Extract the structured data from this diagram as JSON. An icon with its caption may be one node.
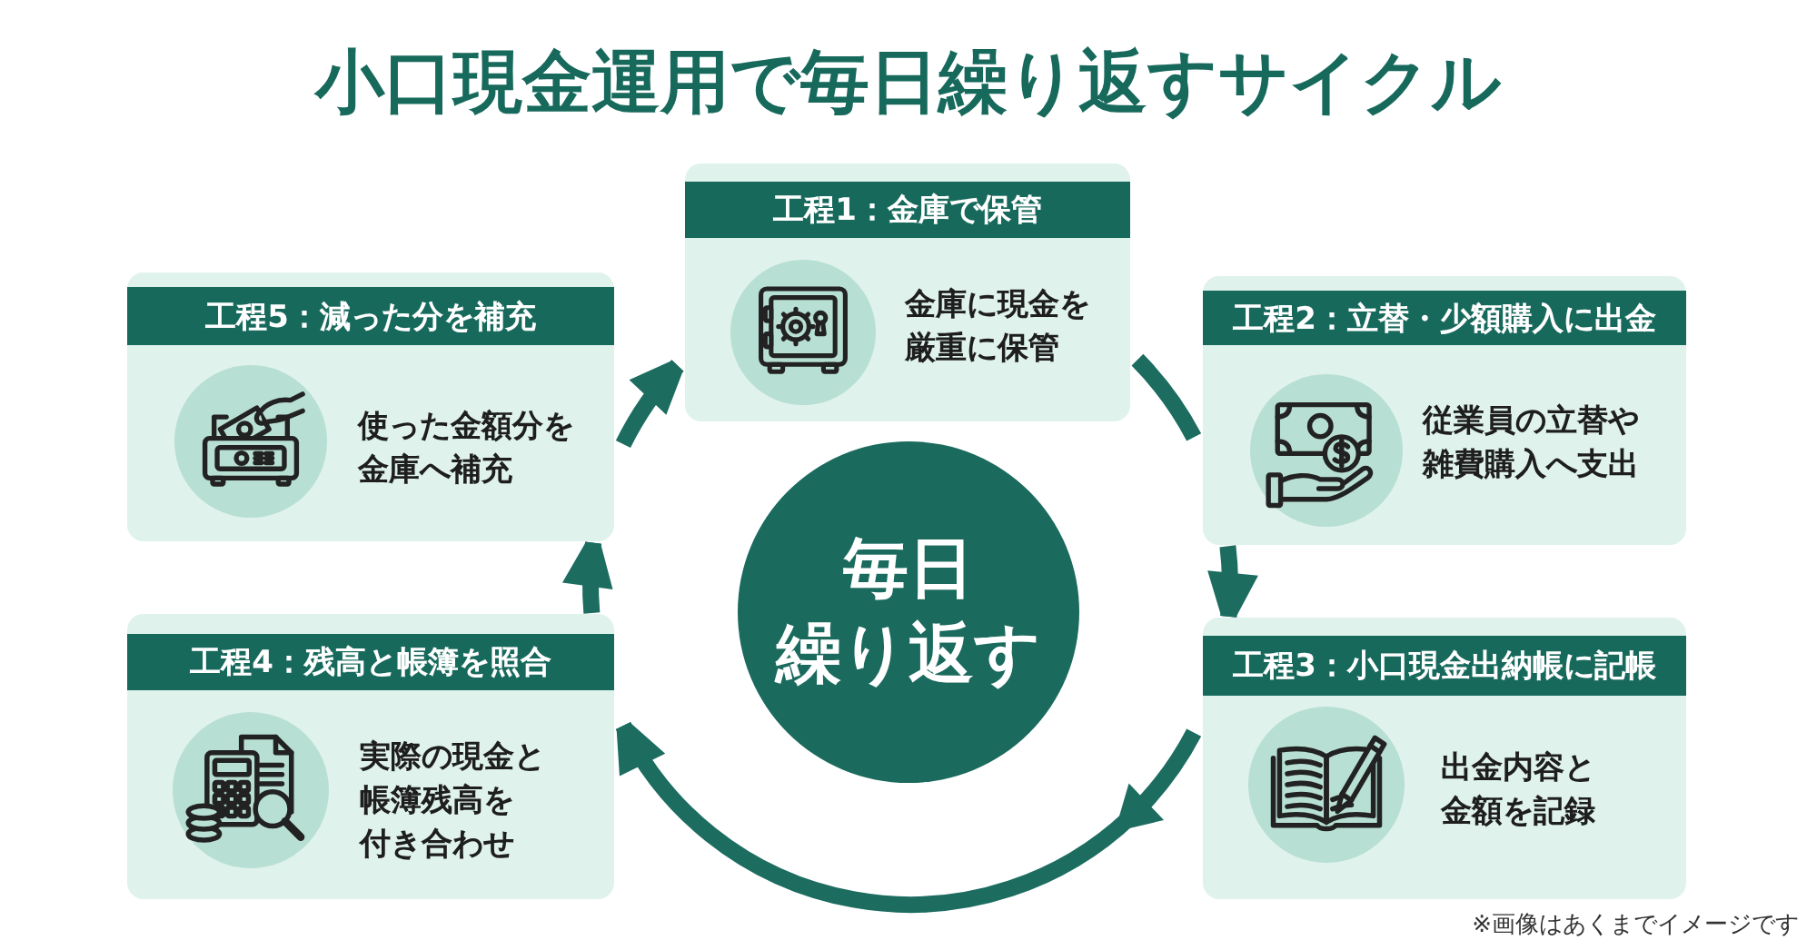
{
  "diagram": {
    "title": "小口現金運用で毎日繰り返すサイクル",
    "nodes": [
      {
        "text": [
          "工程1：金庫で保管",
          "金庫に現金を厳重に保管"
        ]
      },
      {
        "text": [
          "工程2：立替・少額購入に出金",
          "従業員の立替や雑費購入へ支出"
        ]
      },
      {
        "text": [
          "工程3：小口現金出納帳に記帳",
          "出金内容と金額を記録"
        ]
      },
      {
        "text": [
          "工程4：残高と帳簿を照合",
          "実際の現金と帳簿残高を付き合わせ"
        ]
      },
      {
        "text": [
          "工程5：減った分を補充",
          "使った金額分を金庫へ補充"
        ]
      },
      {
        "text": [
          "毎日繰り返す"
        ]
      }
    ],
    "edges": [
      {
        "from": 0,
        "to": 1,
        "arrow": "none"
      },
      {
        "from": 1,
        "to": 2,
        "arrow": "to"
      },
      {
        "from": 2,
        "to": 3,
        "arrow": "to"
      },
      {
        "from": 3,
        "to": 4,
        "arrow": "to"
      },
      {
        "from": 4,
        "to": 0,
        "arrow": "to"
      }
    ],
    "labels": [
      "※画像はあくまでイメージです"
    ]
  }
}
